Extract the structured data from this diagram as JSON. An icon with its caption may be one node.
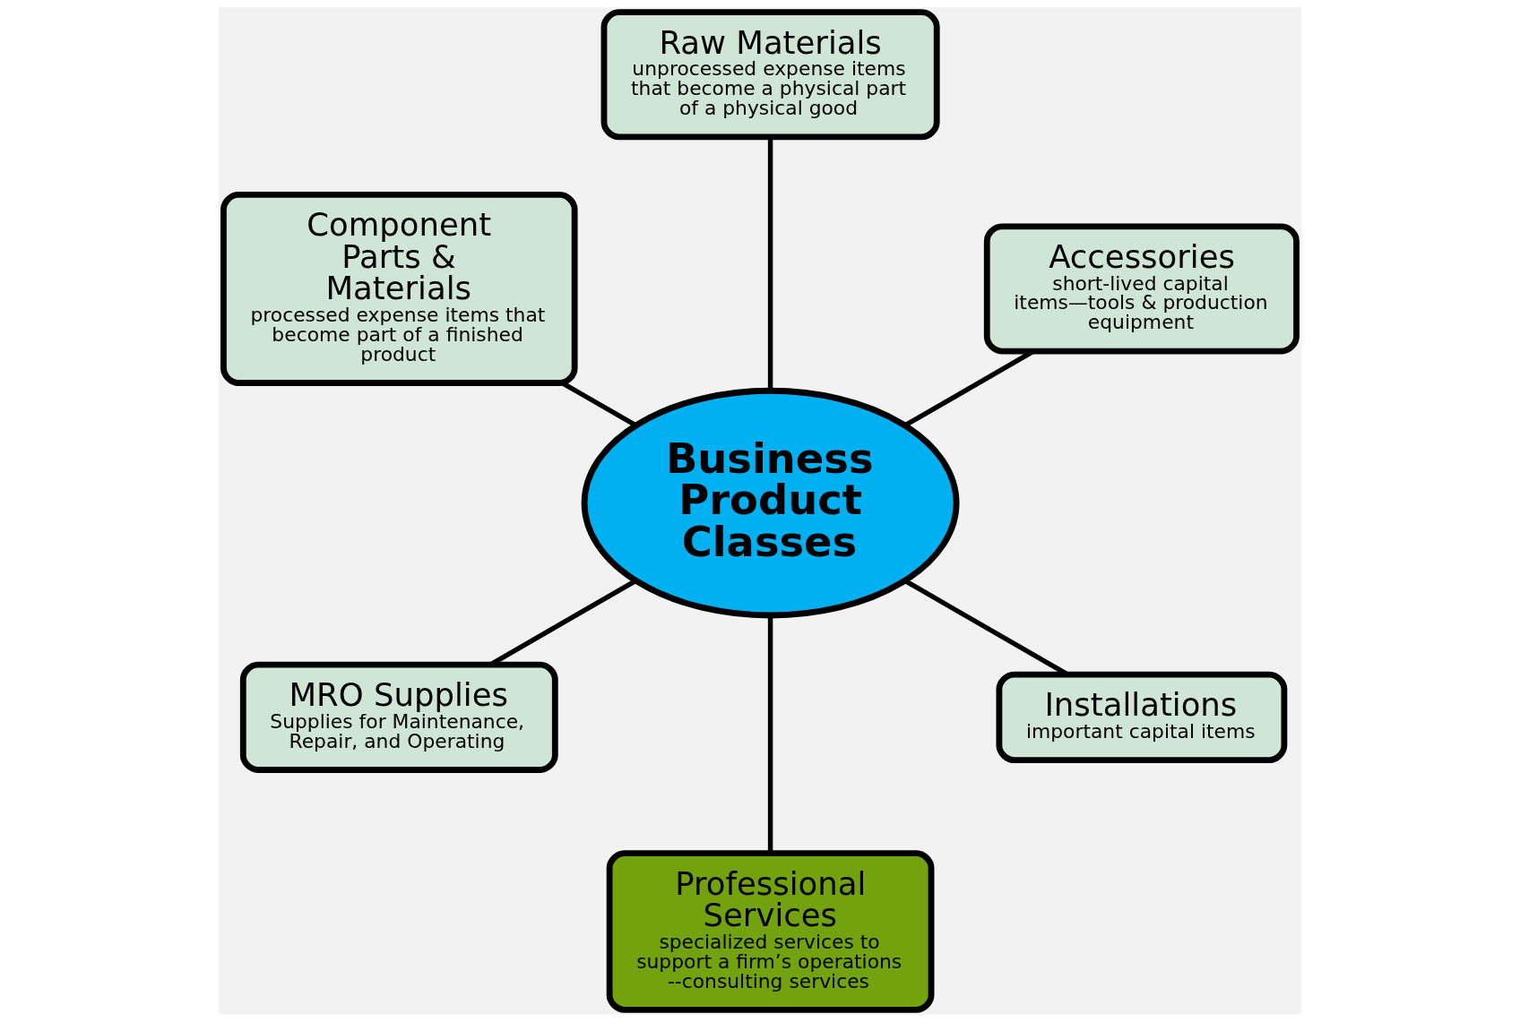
{
  "diagram": {
    "nodes": [
      {
        "text": [
          "Business Product Classes"
        ]
      },
      {
        "text": [
          "Accessories",
          "short-lived capital items—tools & production equipment"
        ]
      },
      {
        "text": [
          "Raw Materials",
          "unprocessed expense items that become a physical part of a physical good"
        ]
      },
      {
        "text": [
          "Component Parts & Materials",
          "processed expense items that become part of a finished product"
        ]
      },
      {
        "text": [
          "MRO Supplies",
          "Supplies for Maintenance, Repair, and Operating"
        ]
      },
      {
        "text": [
          "Professional Services",
          "specialized services to support a firm’s operations--consulting services"
        ]
      },
      {
        "text": [
          "Installations",
          "important capital items"
        ]
      }
    ],
    "edges": [
      {
        "from": 0,
        "to": 1,
        "arrow": "none"
      },
      {
        "from": 0,
        "to": 2,
        "arrow": "none"
      },
      {
        "from": 0,
        "to": 3,
        "arrow": "none"
      },
      {
        "from": 0,
        "to": 4,
        "arrow": "none"
      },
      {
        "from": 0,
        "to": 5,
        "arrow": "none"
      },
      {
        "from": 0,
        "to": 6,
        "arrow": "none"
      }
    ]
  }
}
